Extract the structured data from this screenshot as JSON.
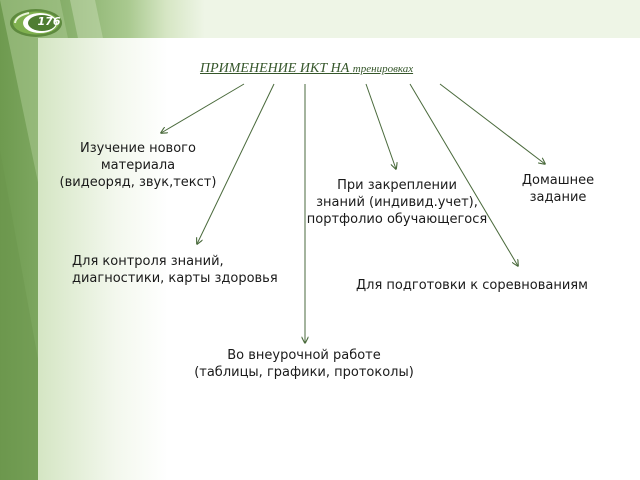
{
  "slide": {
    "page_number": "176",
    "title_main": "ПРИМЕНЕНИЕ  ИКТ  НА",
    "title_tail": "тренировках",
    "accent": "#6e9a4f"
  },
  "nodes": {
    "new_material": [
      "Изучение нового",
      "материала",
      "(видеоряд, звук,текст)"
    ],
    "control": [
      "Для контроля знаний,",
      "диагностики, карты здоровья"
    ],
    "consolidation": [
      "При закреплении",
      "знаний (индивид.учет),",
      "портфолио обучающегося"
    ],
    "homework": [
      "Домашнее",
      "задание"
    ],
    "competition": [
      "Для подготовки к соревнованиям"
    ],
    "extracurricular": [
      "Во внеурочной работе",
      "(таблицы, графики, протоколы)"
    ]
  }
}
